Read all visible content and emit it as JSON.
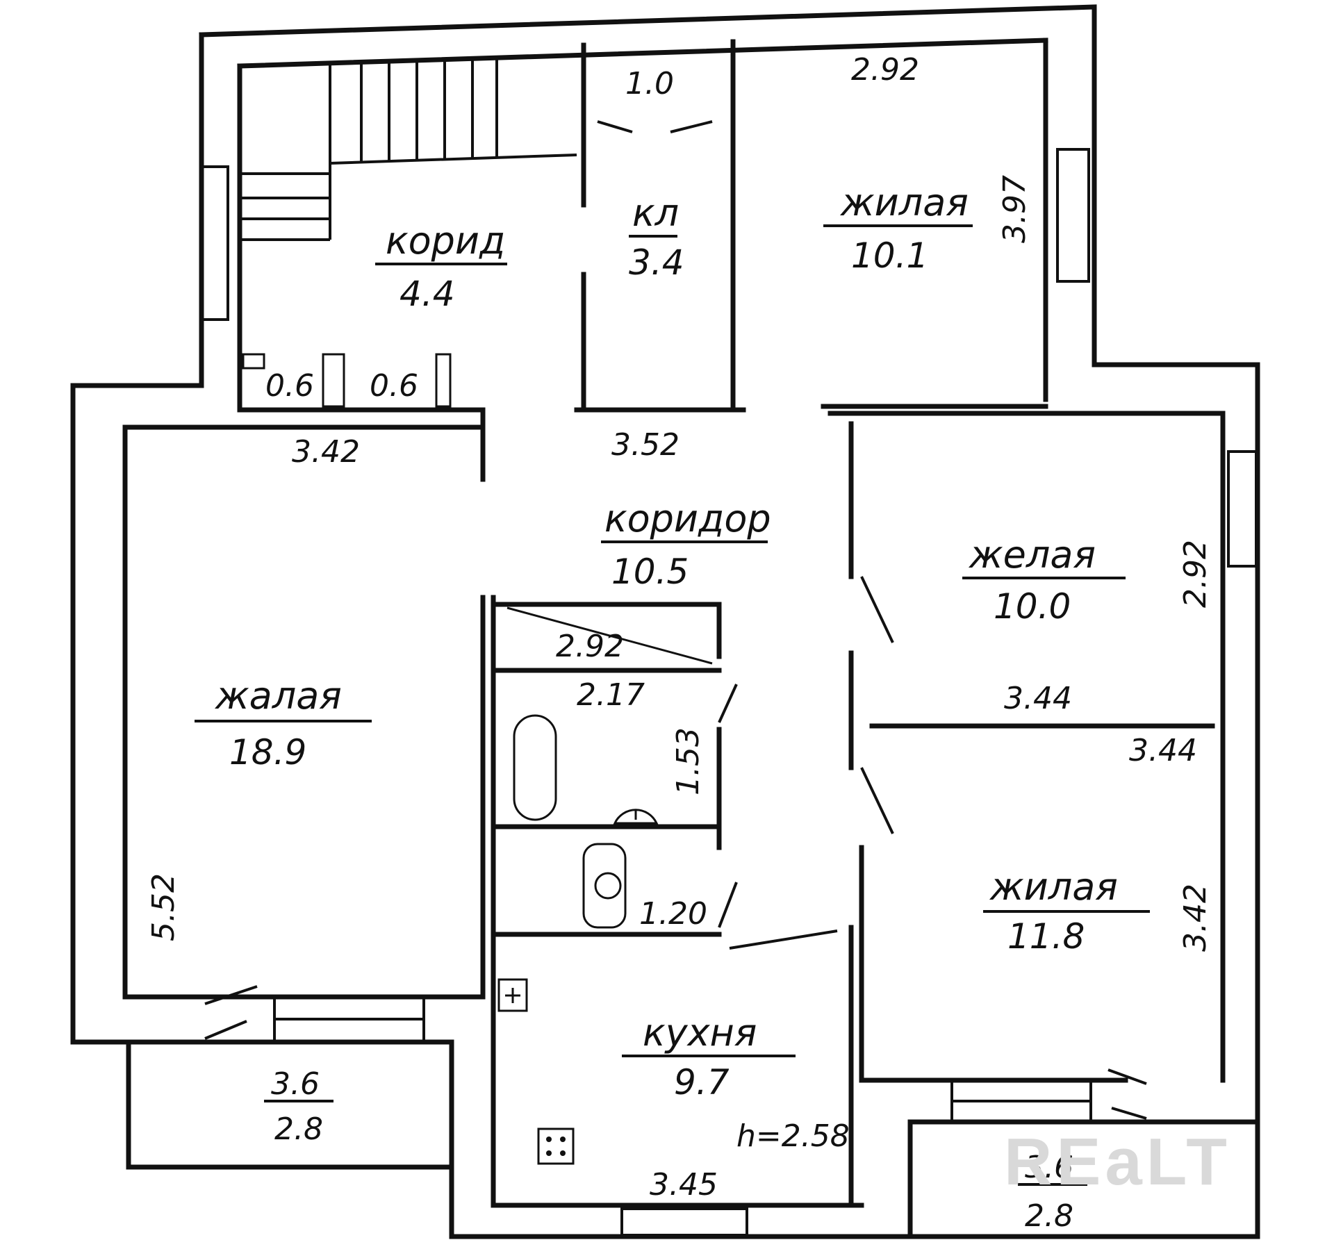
{
  "plan": {
    "rooms": {
      "corridor_top": {
        "name": "корид",
        "area": "4.4"
      },
      "wc_top": {
        "name": "кл",
        "area": "3.4"
      },
      "living_top_right": {
        "name": "жилая",
        "area": "10.1"
      },
      "corridor_main": {
        "name": "коридор",
        "area": "10.5"
      },
      "living_mid_right": {
        "name": "желая",
        "area": "10.0"
      },
      "living_left": {
        "name": "жалая",
        "area": "18.9"
      },
      "living_low_right": {
        "name": "жилая",
        "area": "11.8"
      },
      "kitchen": {
        "name": "кухня",
        "area": "9.7"
      }
    },
    "dimensions": {
      "d_1_0": "1.0",
      "d_2_92_top": "2.92",
      "d_3_97": "3.97",
      "d_0_6_a": "0.6",
      "d_0_6_b": "0.6",
      "d_3_42": "3.42",
      "d_3_52": "3.52",
      "d_2_92_right": "2.92",
      "d_2_92_bath": "2.92",
      "d_2_17": "2.17",
      "d_1_53": "1.53",
      "d_1_20": "1.20",
      "d_3_44_a": "3.44",
      "d_3_44_b": "3.44",
      "d_3_42_right": "3.42",
      "d_5_52": "5.52",
      "d_3_45": "3.45",
      "height": "h=2.58"
    },
    "balconies": {
      "left": {
        "w": "3.6",
        "h": "2.8"
      },
      "right": {
        "w": "3.6",
        "h": "2.8"
      }
    },
    "watermark": "REaLT"
  }
}
